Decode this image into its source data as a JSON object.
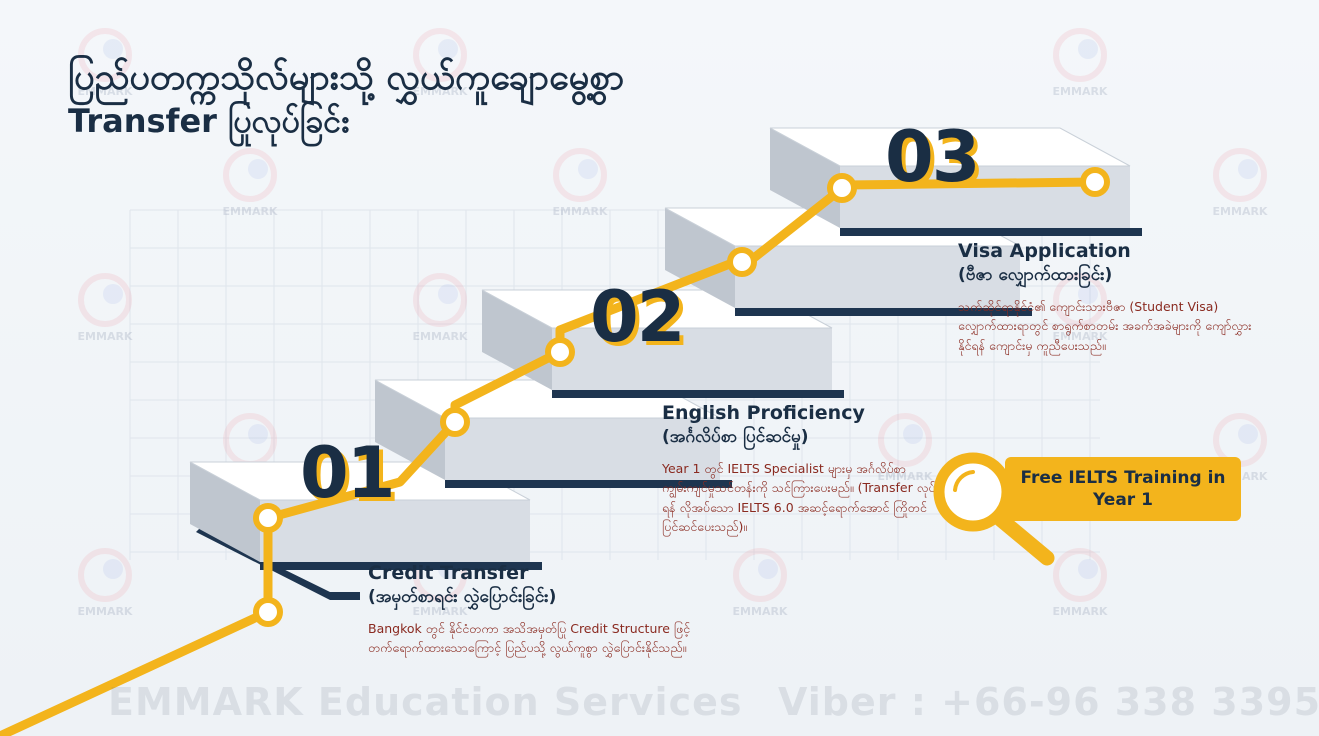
{
  "title": {
    "line1": "ပြည်ပတက္ကသိုလ်များသို့ လွှယ်ကူချောမွေ့စွာ",
    "line2": "Transfer ပြုလုပ်ခြင်း"
  },
  "steps": [
    {
      "number": "01",
      "heading": "Credit Transfer",
      "subheading": "(အမှတ်စာရင်း လွှဲပြောင်းခြင်း)",
      "description": "Bangkok တွင် နိုင်ငံတကာ အသိအမှတ်ပြု Credit Structure ဖြင့် တက်ရောက်ထားသောကြောင့် ပြည်ပသို့ လွယ်ကူစွာ လွှဲပြောင်းနိုင်သည်။"
    },
    {
      "number": "02",
      "heading": "English Proficiency",
      "subheading": "(အင်္ဂလိပ်စာ ပြင်ဆင်မှု)",
      "description": "Year 1 တွင် IELTS Specialist များမှ အင်္ဂလိပ်စာ ကျွမ်းကျင်မှုသင်တန်းကို သင်ကြားပေးမည်။ (Transfer လုပ်ရန် လိုအပ်သော IELTS 6.0 အဆင့်ရောက်အောင် ကြိုတင်ပြင်ဆင်ပေးသည်)။"
    },
    {
      "number": "03",
      "heading": "Visa Application",
      "subheading": "(ဗီဇာ လျှောက်ထားခြင်း)",
      "description": "သက်ဆိုင်ရာနိုင်ငံ၏ ကျောင်းသားဗီဇာ (Student Visa) လျှောက်ထားရာတွင် စာရွက်စာတမ်း အခက်အခဲများကို ကျော်လွှားနိုင်ရန် ကျောင်းမှ ကူညီပေးသည်။"
    }
  ],
  "badge": {
    "label": "Free IELTS Training in Year 1",
    "icon": "magnifier-icon"
  },
  "footer": {
    "company": "EMMARK Education Services",
    "contact": "Viber :  +66-96 338 3395"
  },
  "watermark": "EMMARK",
  "colors": {
    "navy": "#1a2e44",
    "gold": "#f3b41c",
    "description_red": "#8a2a20",
    "stair_top": "#ffffff",
    "stair_riser": "#d8dde4",
    "stair_edge": "#1e3550"
  }
}
